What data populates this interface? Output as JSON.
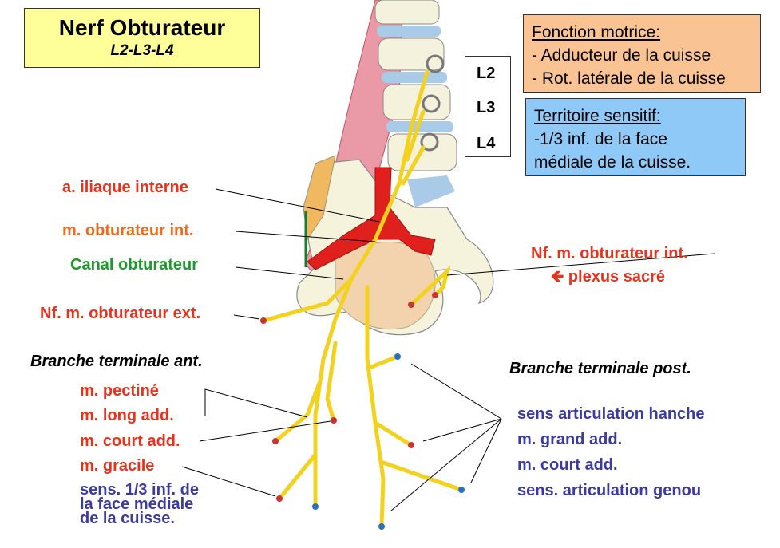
{
  "title": {
    "main": "Nerf Obturateur",
    "roots": "L2-L3-L4"
  },
  "levels": [
    "L2",
    "L3",
    "L4"
  ],
  "motor_function": {
    "heading": "Fonction motrice:",
    "items": [
      "- Adducteur de la cuisse",
      "- Rot. latérale de la cuisse"
    ]
  },
  "sensory_territory": {
    "heading": "Territoire sensitif:",
    "lines": [
      "-1/3 inf. de la face",
      "médiale de la cuisse."
    ]
  },
  "labels_left": {
    "iliac_artery": "a. iliaque interne",
    "obturator_int": "m. obturateur int.",
    "canal": "Canal obturateur",
    "nerve_obt_ext": "Nf. m. obturateur ext."
  },
  "labels_right": {
    "nerve_obt_int": "Nf. m. obturateur int.",
    "plexus": "🡸 plexus sacré"
  },
  "anterior_branch": {
    "heading": "Branche terminale ant.",
    "items": [
      "m. pectiné",
      "m. long add.",
      "m. court add.",
      "m. gracile"
    ],
    "sensory": [
      "sens. 1/3 inf. de",
      "la face médiale",
      "de la cuisse."
    ]
  },
  "posterior_branch": {
    "heading": "Branche terminale post.",
    "items": [
      "sens articulation hanche",
      "m. grand add.",
      "m. court add.",
      "sens. articulation genou"
    ]
  },
  "colors": {
    "nerve": "#f2d21e",
    "artery": "#e0201c",
    "muscle": "#e88a9a",
    "bone": "#f6f3dc",
    "disc": "#a9cbe8"
  }
}
